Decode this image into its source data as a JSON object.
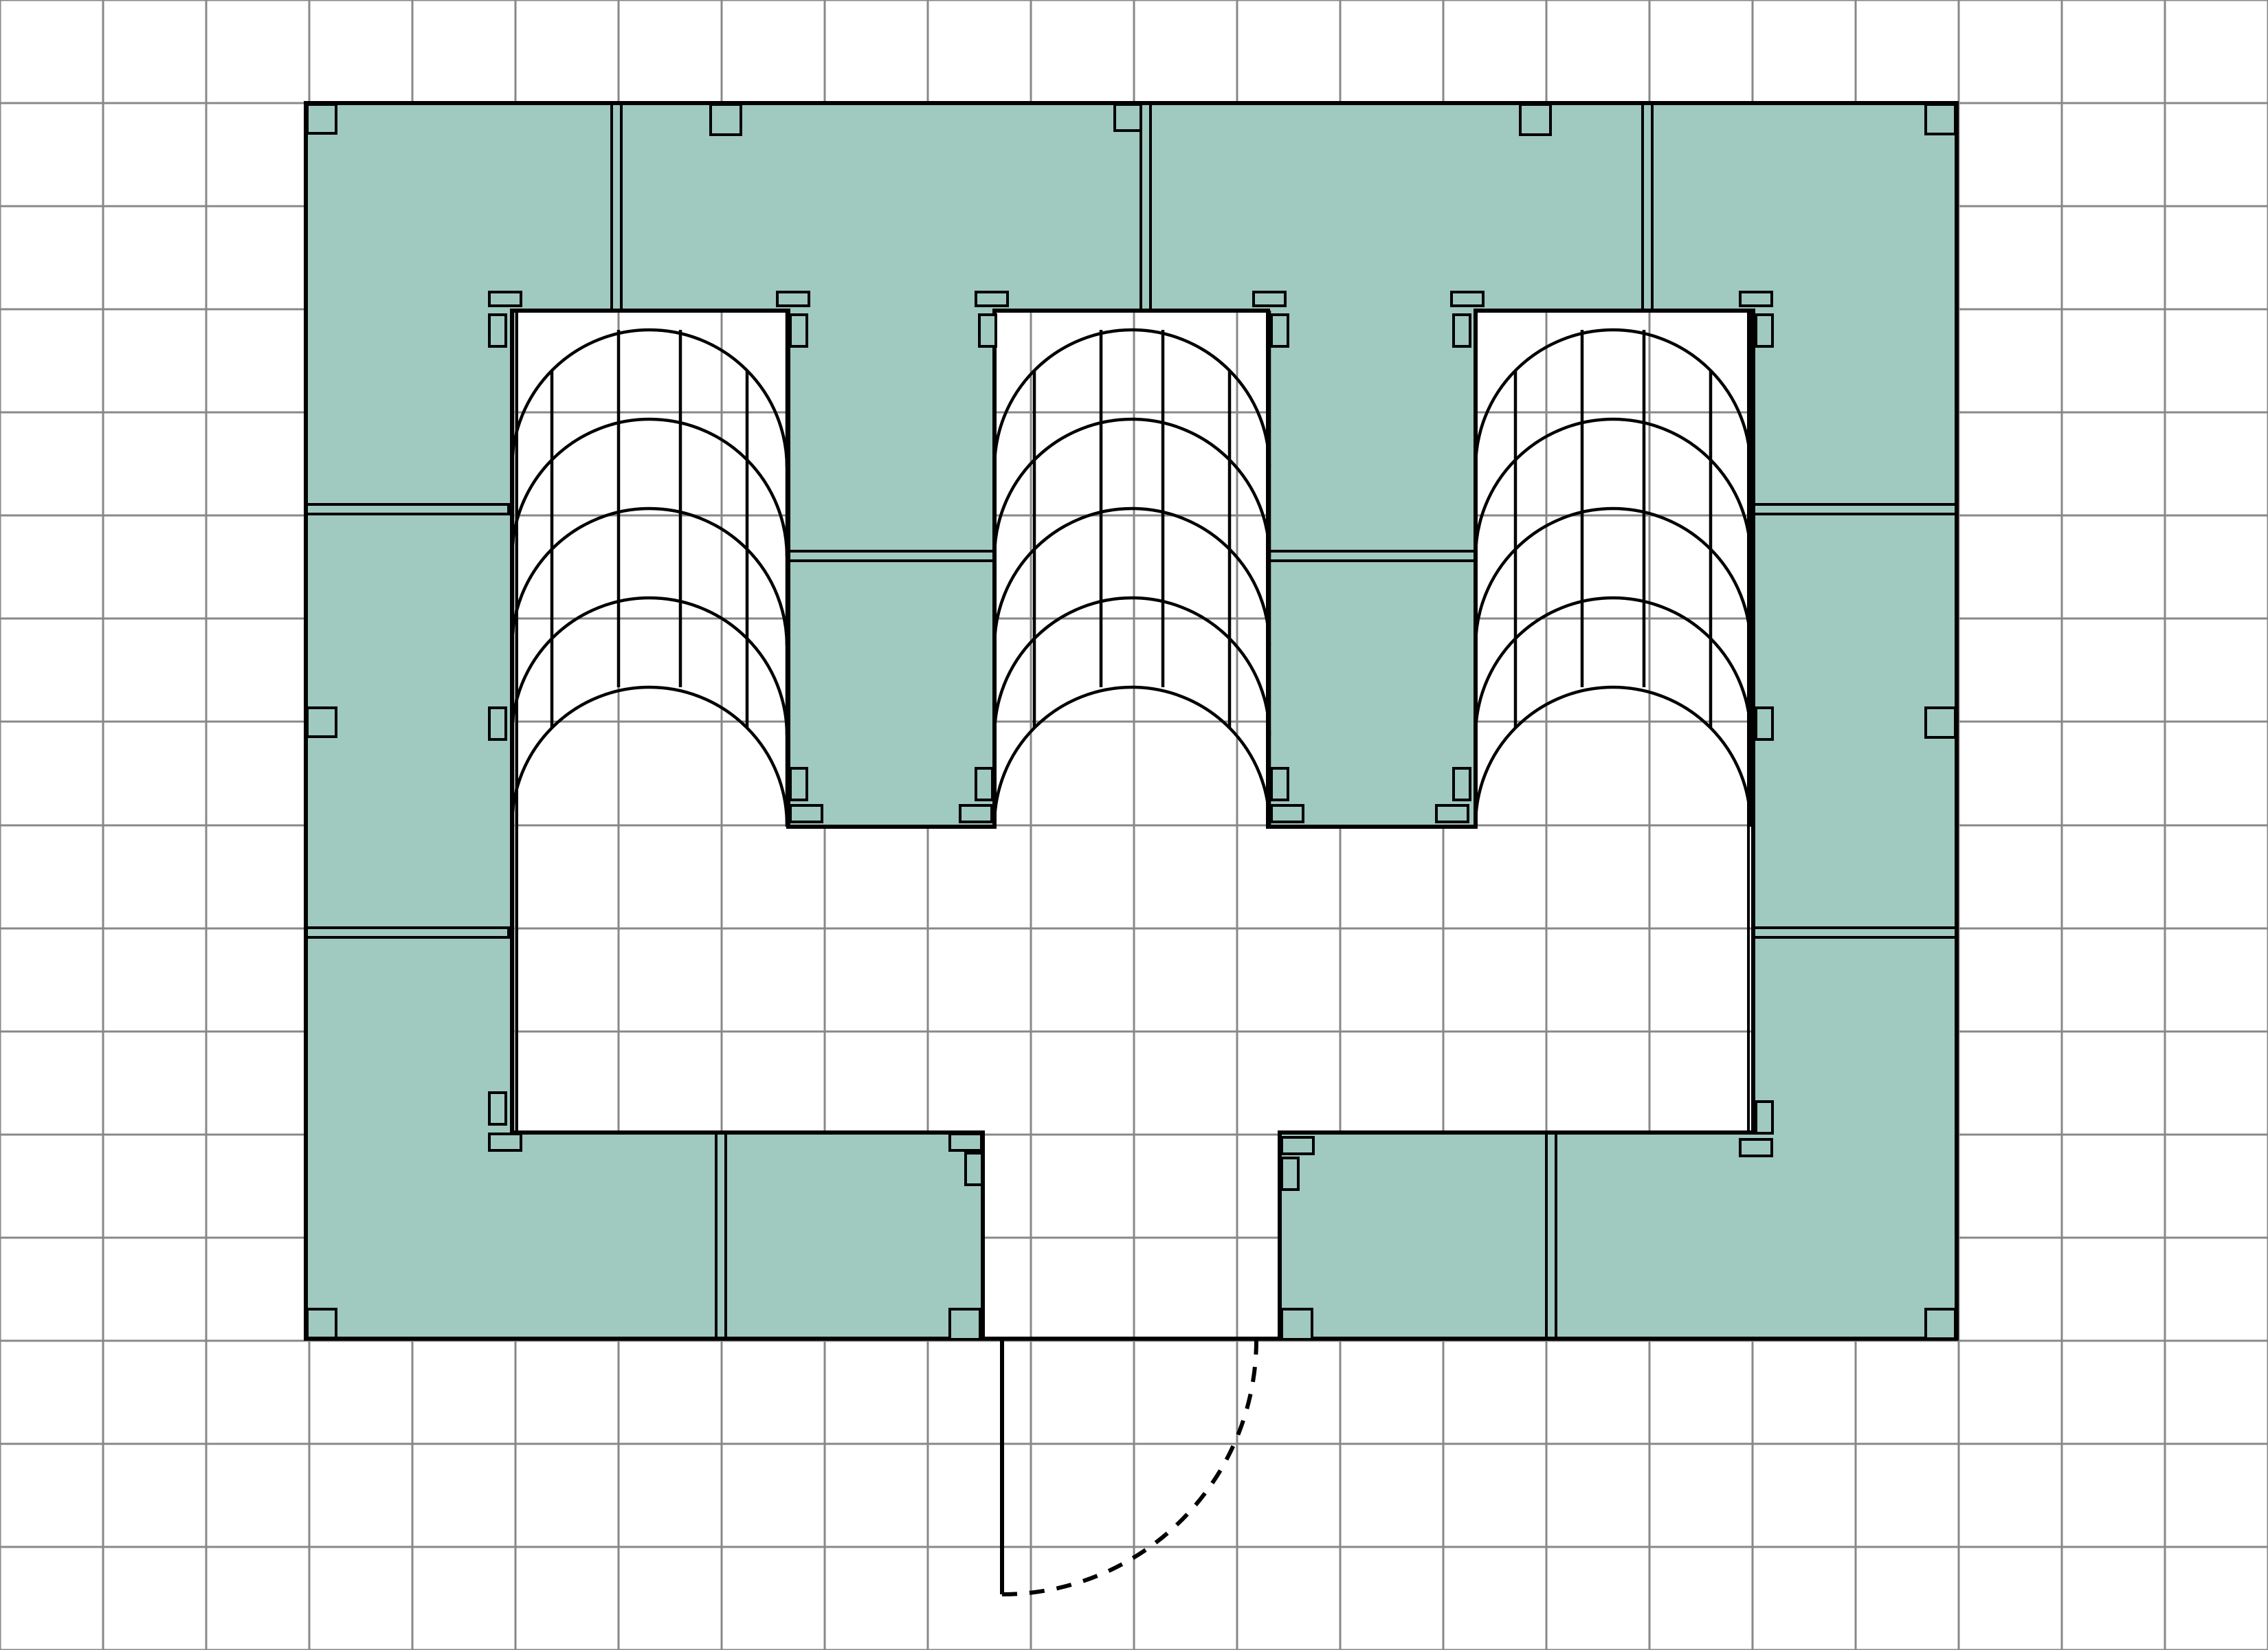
{
  "diagram": {
    "type": "floor-plan",
    "colors": {
      "background": "#ffffff",
      "grid": "#888888",
      "floor_fill": "#a0c9c0",
      "stroke": "#000000"
    },
    "grid": {
      "columns": 22,
      "rows": 16
    },
    "building": {
      "storage_bays": 3,
      "vault_rings_per_bay": 4,
      "vault_ribs_per_bay": 4,
      "door_swing": "dashed-arc"
    }
  }
}
